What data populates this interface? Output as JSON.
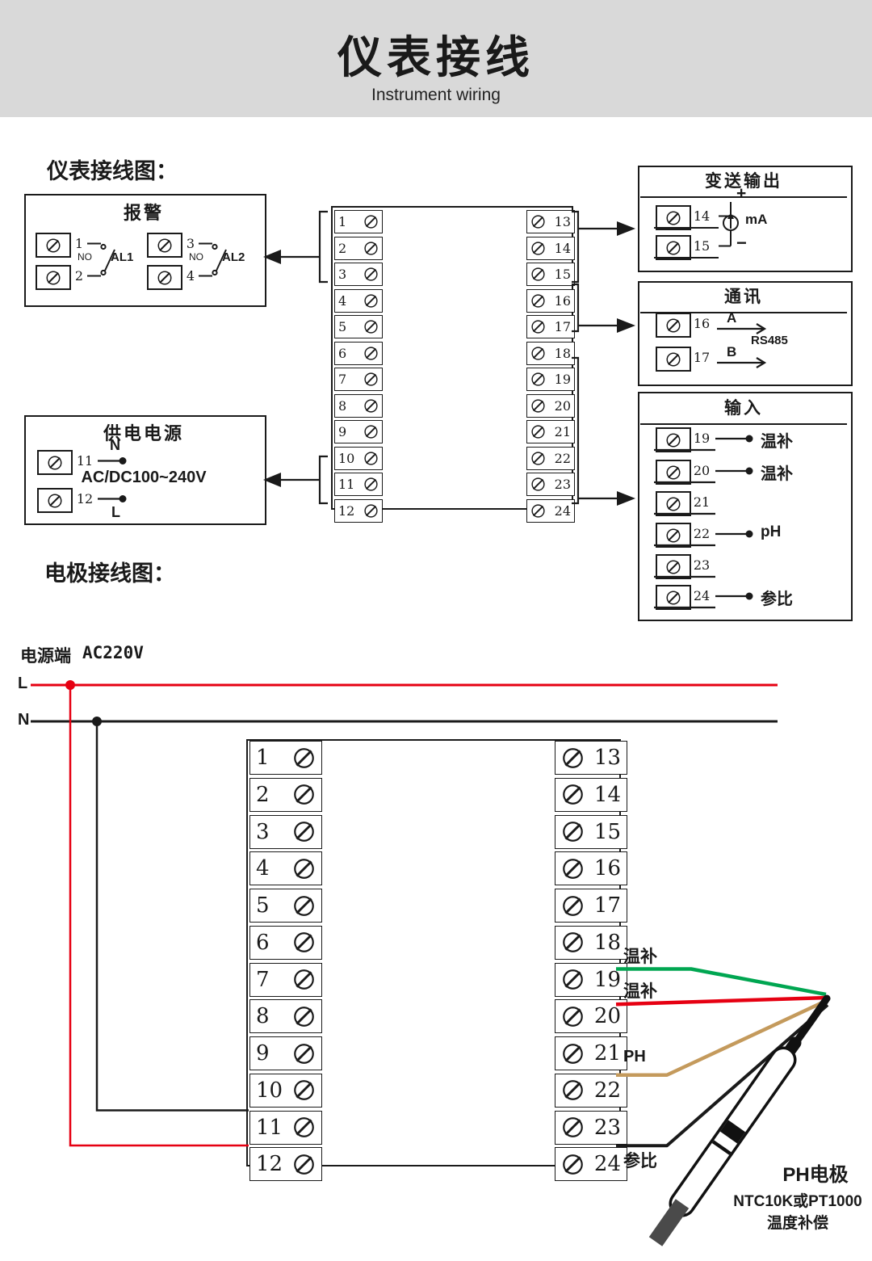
{
  "header": {
    "title": "仪表接线",
    "subtitle": "Instrument wiring"
  },
  "labels": {
    "wiring_diagram": "仪表接线图：",
    "electrode_diagram": "电极接线图：",
    "power_terminal": "电源端",
    "power_voltage": "AC220V",
    "line_l": "L",
    "line_n": "N"
  },
  "alarm": {
    "title": "报警",
    "groups": [
      {
        "t1": "1",
        "t2": "2",
        "no": "NO",
        "out": "AL1"
      },
      {
        "t1": "3",
        "t2": "4",
        "no": "NO",
        "out": "AL2"
      }
    ]
  },
  "power": {
    "title": "供电电源",
    "t1": "11",
    "t1_label": "N",
    "t2": "12",
    "t2_label": "L",
    "voltage": "AC/DC100~240V"
  },
  "transmit": {
    "title": "变送输出",
    "t1": "14",
    "t2": "15",
    "plus": "+",
    "minus": "−",
    "unit": "mA"
  },
  "comm": {
    "title": "通讯",
    "t1": "16",
    "t1_label": "A",
    "t2": "17",
    "t2_label": "B",
    "protocol": "RS485"
  },
  "input": {
    "title": "输入",
    "rows": [
      {
        "num": "19",
        "label": "温补"
      },
      {
        "num": "20",
        "label": "温补"
      },
      {
        "num": "21",
        "label": ""
      },
      {
        "num": "22",
        "label": "pH"
      },
      {
        "num": "23",
        "label": ""
      },
      {
        "num": "24",
        "label": "参比"
      }
    ]
  },
  "terminal_block": {
    "left": [
      "1",
      "2",
      "3",
      "4",
      "5",
      "6",
      "7",
      "8",
      "9",
      "10",
      "11",
      "12"
    ],
    "right": [
      "13",
      "14",
      "15",
      "16",
      "17",
      "18",
      "19",
      "20",
      "21",
      "22",
      "23",
      "24"
    ]
  },
  "electrode": {
    "wire_19": "温补",
    "wire_20": "温补",
    "wire_22": "PH",
    "wire_24": "参比",
    "name": "PH电极",
    "sensor": "NTC10K或PT1000",
    "compensation": "温度补偿"
  },
  "colors": {
    "wire_red": "#e60012",
    "wire_green": "#00a651",
    "wire_tan": "#c49a5c",
    "wire_black": "#1a1a1a",
    "electrode_tip": "#4a4a4a",
    "header_bg": "#d9d9d9"
  }
}
